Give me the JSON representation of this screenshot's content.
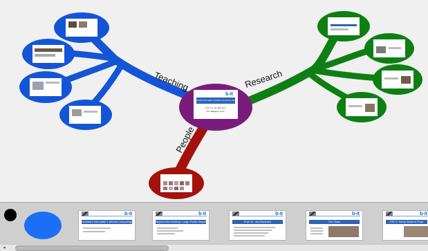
{
  "mindmap": {
    "branches": {
      "teaching": "Teaching",
      "research": "Research",
      "people": "People"
    },
    "colors": {
      "teaching": "#1455d6",
      "research": "#0e7f13",
      "people": "#a4120e",
      "center": "#7a1c7c"
    },
    "center_slide": {
      "logo": "b-it",
      "title": "Lehrstuhl Informatik 5 (Media Computing Group)",
      "line1": "Prof. Dr. Jan Borchers",
      "line2": "Tico Ballagas, M.Sc."
    }
  },
  "strip": {
    "slides": [
      {
        "logo": "b-it",
        "title": "Lehrstuhl Informatik 5 (Media Computing Group)"
      },
      {
        "logo": "b-it",
        "title": "Beyond the Desktop: Large Public Displays"
      },
      {
        "logo": "b-it",
        "title": "Prof. Dr. Jan Borchers"
      },
      {
        "logo": "b-it",
        "title": "The Team"
      },
      {
        "logo": "b-it",
        "title": "DIS X: Sema Student Proje"
      }
    ],
    "scroll_left_icon": "◂"
  }
}
